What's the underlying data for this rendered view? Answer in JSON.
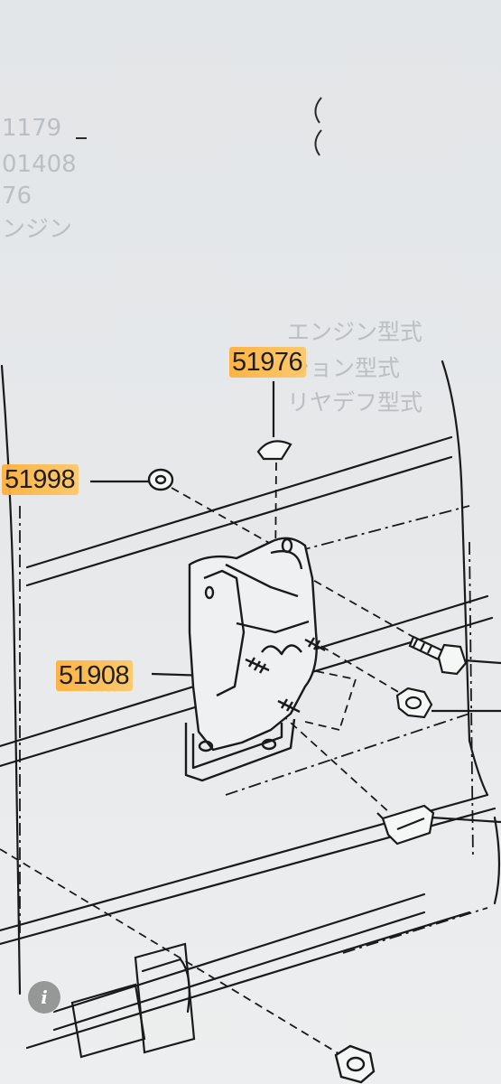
{
  "diagram": {
    "part_labels": {
      "top": "51976",
      "left": "51998",
      "bracket": "51908"
    },
    "background_text": {
      "upper_left": [
        "1179",
        "01408",
        "76",
        "ンジン"
      ],
      "middle_right": [
        "エンジン型式",
        "ション型式",
        "リヤデフ型式"
      ]
    }
  },
  "overlay": {
    "info_icon_glyph": "i"
  },
  "colors": {
    "highlight": "#ffb03c",
    "line": "#1a1a1a",
    "paper": "#e5e8ea"
  }
}
